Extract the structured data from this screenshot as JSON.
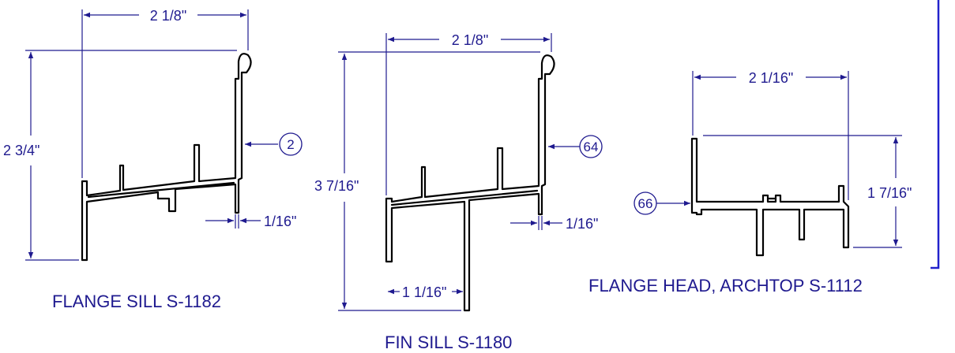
{
  "colors": {
    "line": "#1f1a8f",
    "profile": "#000000",
    "frame": "#2222cc"
  },
  "flange_sill": {
    "title": "FLANGE SILL S-1182",
    "dim_width": "2 1/8\"",
    "dim_height": "2 3/4\"",
    "dim_wall": "1/16\"",
    "callout": "2"
  },
  "fin_sill": {
    "title": "FIN SILL S-1180",
    "dim_width": "2 1/8\"",
    "dim_height": "3 7/16\"",
    "dim_fin": "1 1/16\"",
    "dim_wall": "1/16\"",
    "callout": "64"
  },
  "flange_head": {
    "title": "FLANGE HEAD, ARCHTOP S-1112",
    "dim_width": "2 1/16\"",
    "dim_height": "1 7/16\"",
    "callout": "66"
  }
}
